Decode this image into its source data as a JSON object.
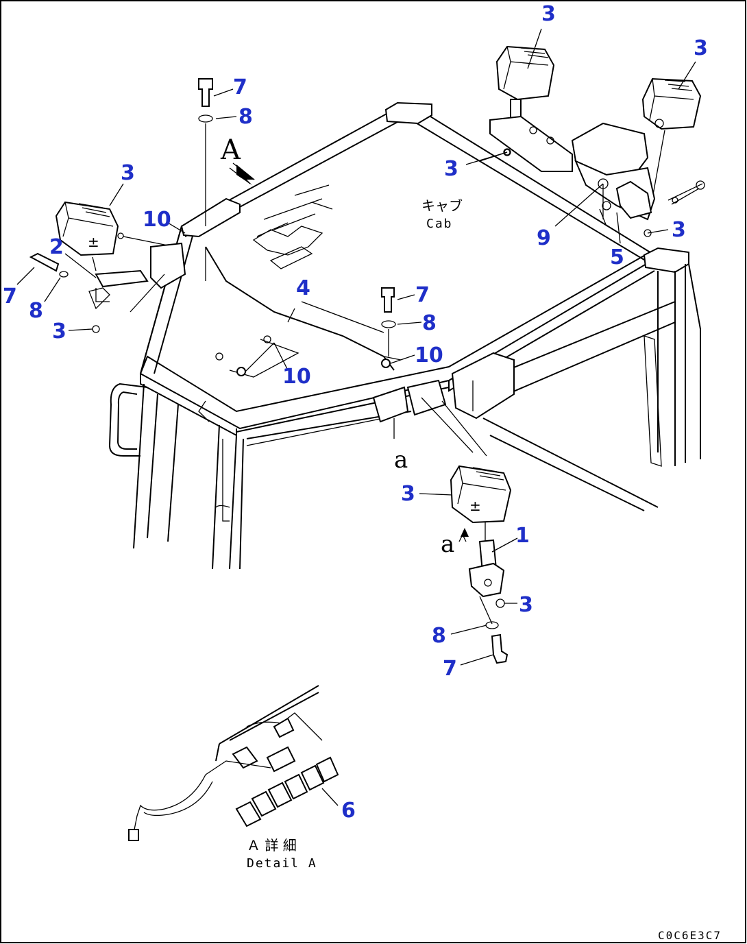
{
  "view_label": "A",
  "section_label_upper": "a",
  "section_label_lower": "a",
  "cab_label_jp": "キャブ",
  "cab_label_en": "Cab",
  "detail_label_jp": "Ａ 詳 細",
  "detail_label_en": "Detail A",
  "drawing_code": "C0C6E3C7",
  "callouts": [
    {
      "id": "c3-top-center",
      "text": "3"
    },
    {
      "id": "c3-top-right",
      "text": "3"
    },
    {
      "id": "c3-right-nut-a",
      "text": "3"
    },
    {
      "id": "c3-right-nut-b",
      "text": "3"
    },
    {
      "id": "c9",
      "text": "9"
    },
    {
      "id": "c5",
      "text": "5"
    },
    {
      "id": "c7-top",
      "text": "7"
    },
    {
      "id": "c8-top",
      "text": "8"
    },
    {
      "id": "c3-left-lamp",
      "text": "3"
    },
    {
      "id": "c10-left",
      "text": "10"
    },
    {
      "id": "c2",
      "text": "2"
    },
    {
      "id": "c7-left",
      "text": "7"
    },
    {
      "id": "c8-left",
      "text": "8"
    },
    {
      "id": "c3-left-nut",
      "text": "3"
    },
    {
      "id": "c4",
      "text": "4"
    },
    {
      "id": "c7-center",
      "text": "7"
    },
    {
      "id": "c8-center",
      "text": "8"
    },
    {
      "id": "c10-center",
      "text": "10"
    },
    {
      "id": "c10-lower",
      "text": "10"
    },
    {
      "id": "c3-front-lamp",
      "text": "3"
    },
    {
      "id": "c1",
      "text": "1"
    },
    {
      "id": "c3-front-nut",
      "text": "3"
    },
    {
      "id": "c8-bottom",
      "text": "8"
    },
    {
      "id": "c7-bottom",
      "text": "7"
    },
    {
      "id": "c6",
      "text": "6"
    }
  ],
  "colors": {
    "callout": "#1f2fc8",
    "line": "#000000",
    "background": "#ffffff"
  }
}
